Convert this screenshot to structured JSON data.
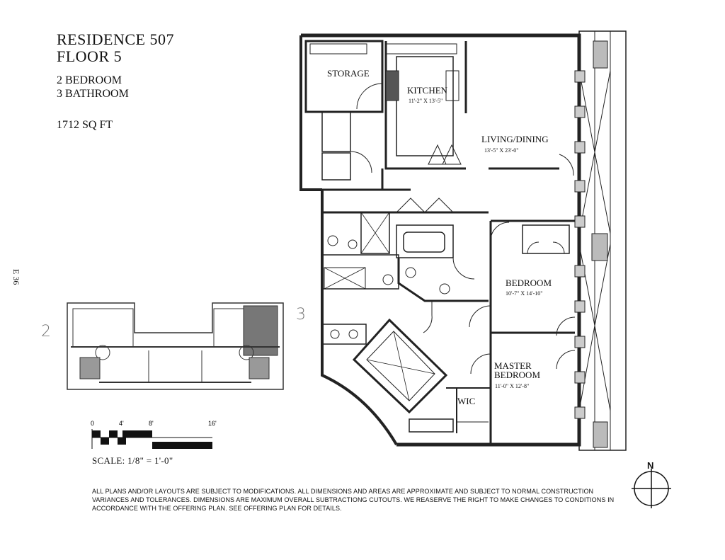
{
  "header": {
    "residence": "RESIDENCE 507",
    "floor": "FLOOR 5",
    "bedrooms": "2 BEDROOM",
    "bathrooms": "3 BATHROOM",
    "area": "1712 SQ FT"
  },
  "rooms": {
    "storage": "STORAGE",
    "kitchen": "KITCHEN",
    "kitchen_dim": "11'-2\" X 13'-5\"",
    "living": "LIVING/DINING",
    "living_dim": "13'-5\" X 23'-0\"",
    "bedroom": "BEDROOM",
    "bedroom_dim": "10'-7\" X 14'-10\"",
    "master_1": "MASTER",
    "master_2": "BEDROOM",
    "master_dim": "11'-0\" X 12'-8\"",
    "wic": "WIC"
  },
  "side_mark": "E 36",
  "handwritten": [
    "2",
    "3"
  ],
  "scale": {
    "ticks": [
      "0",
      "4'",
      "8'",
      "16'"
    ],
    "label": "SCALE: 1/8\" = 1'-0\""
  },
  "compass": "N",
  "disclaimer": "ALL PLANS AND/OR LAYOUTS ARE SUBJECT TO MODIFICATIONS. ALL DIMENSIONS AND AREAS ARE APPROXIMATE AND SUBJECT TO NORMAL CONSTRUCTION VARIANCES AND TOLERANCES. DIMENSIONS ARE MAXIMUM OVERALL SUBTRACTIONG CUTOUTS. WE REASERVE THE RIGHT TO MAKE CHANGES TO CONDITIONS IN ACCORDANCE WITH THE OFFERING PLAN.  SEE OFFERING PLAN FOR DETAILS."
}
